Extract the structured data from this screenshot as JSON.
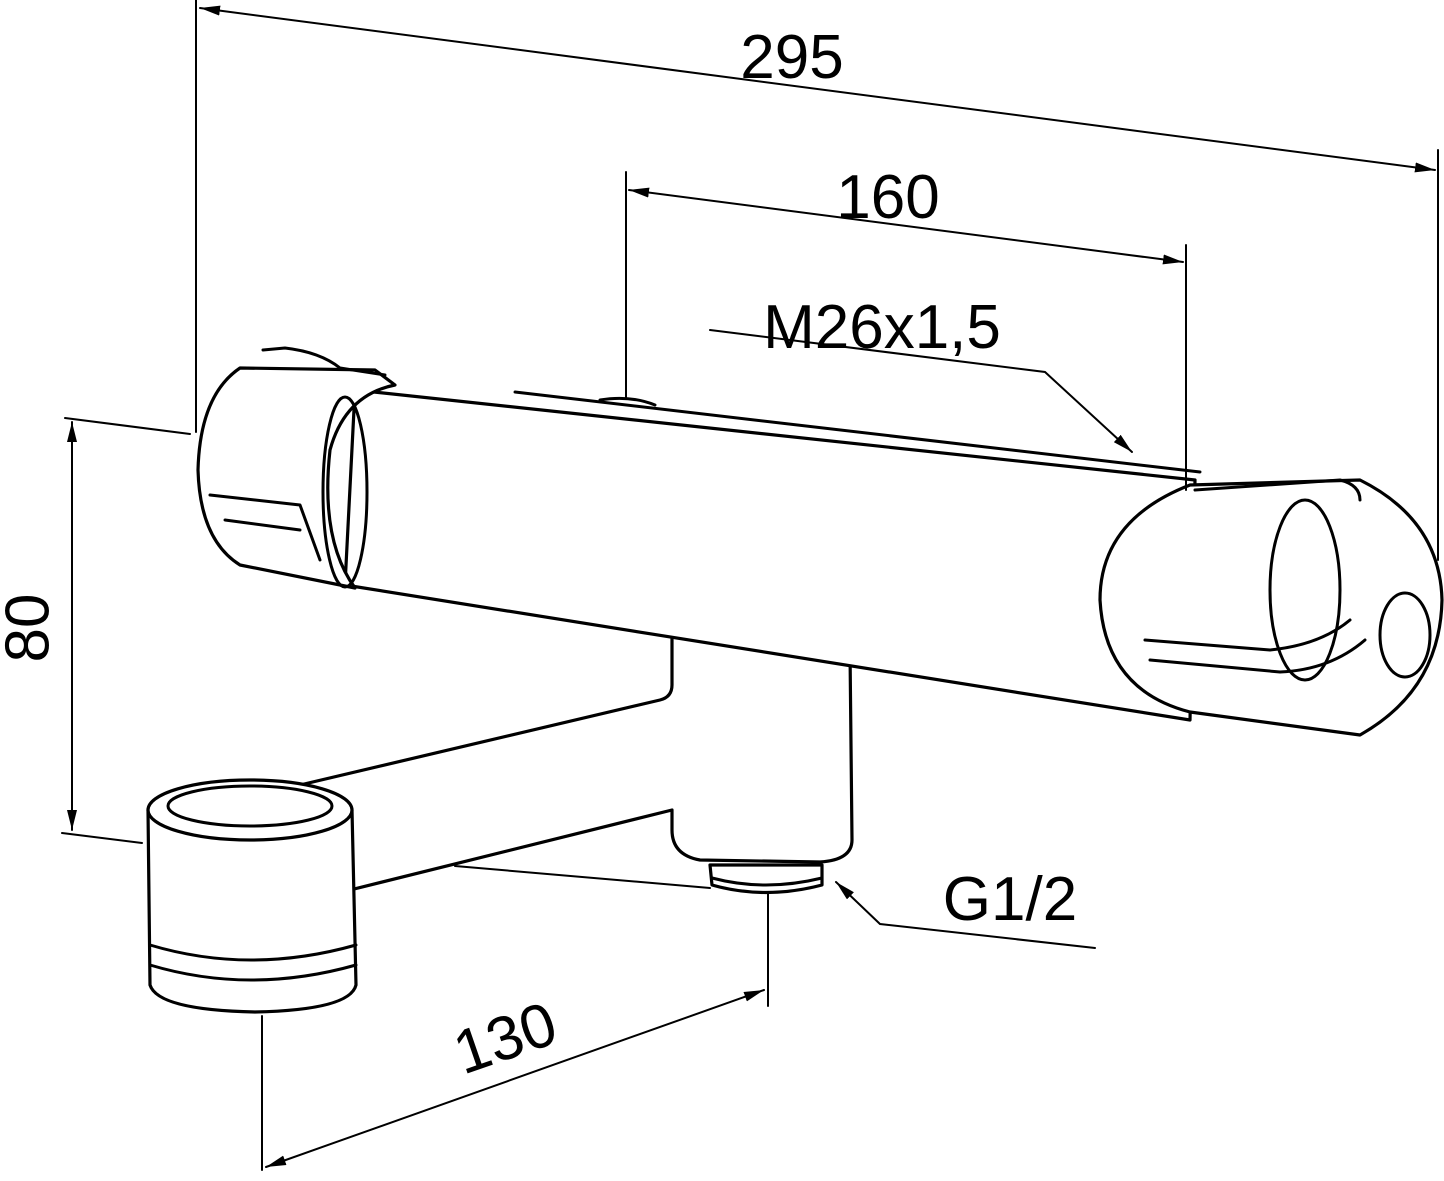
{
  "dimensions": {
    "overall_length": "295",
    "inlet_spacing": "160",
    "outlet_thread": "M26x1,5",
    "height": "80",
    "spout_offset": "130",
    "inlet_thread": "G1/2"
  },
  "colors": {
    "line": "#000000",
    "background": "#ffffff"
  }
}
